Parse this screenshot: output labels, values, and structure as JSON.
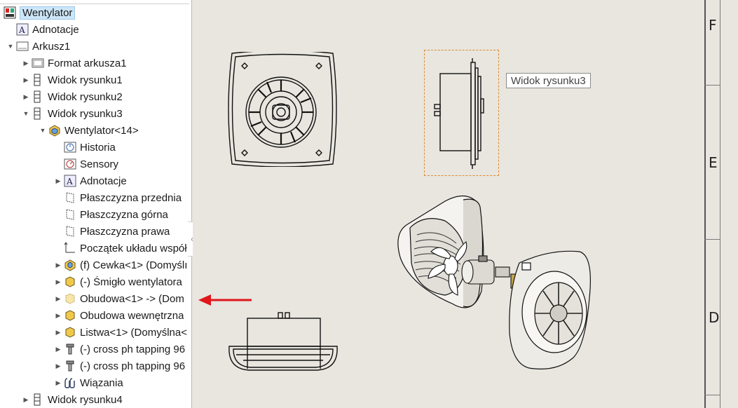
{
  "tree": {
    "items": [
      {
        "label": "Wentylator",
        "icon": "assembly-drawing-icon",
        "expander": "none",
        "depth": 0
      },
      {
        "label": "Adnotacje",
        "icon": "annotations-icon",
        "expander": "none",
        "depth": 1
      },
      {
        "label": "Arkusz1",
        "icon": "sheet-icon",
        "expander": "expanded",
        "depth": 1
      },
      {
        "label": "Format arkusza1",
        "icon": "sheet-format-icon",
        "expander": "collapsed",
        "depth": 2
      },
      {
        "label": "Widok rysunku1",
        "icon": "drawing-view-icon",
        "expander": "collapsed",
        "depth": 2
      },
      {
        "label": "Widok rysunku2",
        "icon": "drawing-view-icon",
        "expander": "collapsed",
        "depth": 2
      },
      {
        "label": "Widok rysunku3",
        "icon": "drawing-view-icon",
        "expander": "expanded",
        "depth": 2
      },
      {
        "label": "Wentylator<14>",
        "icon": "assembly-icon",
        "expander": "expanded",
        "depth": 3
      },
      {
        "label": "Historia",
        "icon": "history-icon",
        "expander": "none",
        "depth": 4
      },
      {
        "label": "Sensory",
        "icon": "sensors-icon",
        "expander": "none",
        "depth": 4
      },
      {
        "label": "Adnotacje",
        "icon": "annotations-icon",
        "expander": "collapsed",
        "depth": 4
      },
      {
        "label": "Płaszczyzna przednia",
        "icon": "plane-icon",
        "expander": "none",
        "depth": 4
      },
      {
        "label": "Płaszczyzna górna",
        "icon": "plane-icon",
        "expander": "none",
        "depth": 4
      },
      {
        "label": "Płaszczyzna prawa",
        "icon": "plane-icon",
        "expander": "none",
        "depth": 4
      },
      {
        "label": "Początek układu współ",
        "icon": "origin-icon",
        "expander": "none",
        "depth": 4
      },
      {
        "label": "(f) Cewka<1> (Domyślı",
        "icon": "subassembly-icon",
        "expander": "collapsed",
        "depth": 4
      },
      {
        "label": "(-) Śmigło wentylatora",
        "icon": "part-icon",
        "expander": "collapsed",
        "depth": 4
      },
      {
        "label": "Obudowa<1> -> (Dom",
        "icon": "part-light-icon",
        "expander": "collapsed",
        "depth": 4
      },
      {
        "label": "Obudowa wewnętrzna",
        "icon": "part-icon",
        "expander": "collapsed",
        "depth": 4
      },
      {
        "label": "Listwa<1> (Domyślna<",
        "icon": "part-icon",
        "expander": "collapsed",
        "depth": 4
      },
      {
        "label": "(-) cross ph tapping 96",
        "icon": "screw-icon",
        "expander": "collapsed",
        "depth": 4
      },
      {
        "label": "(-) cross ph tapping 96",
        "icon": "screw-icon",
        "expander": "collapsed",
        "depth": 4
      },
      {
        "label": "Wiązania",
        "icon": "mates-icon",
        "expander": "collapsed",
        "depth": 4
      },
      {
        "label": "Widok rysunku4",
        "icon": "drawing-view-icon",
        "expander": "collapsed",
        "depth": 2
      }
    ]
  },
  "tooltip": {
    "text": "Widok rysunku3"
  },
  "zones": {
    "f": "F",
    "e": "E",
    "d": "D"
  },
  "colors": {
    "selection_bg": "#cde6f7",
    "view_frame": "#e08a2e",
    "pointer_arrow": "#e0161b",
    "canvas": "#e8e6df"
  }
}
